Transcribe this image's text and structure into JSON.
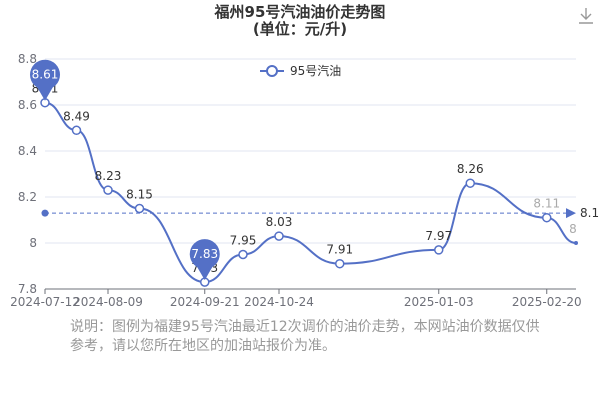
{
  "title_line1": "福州95号汽油油价走势图",
  "title_line2": "(单位：元/升)",
  "download_icon": "download-icon",
  "note": "说明：图例为福建95号汽油最近12次调价的油价走势，本网站油价数据仅供参考，请以您所在地区的加油站报价为准。",
  "colors": {
    "line": "#5470c6",
    "axis_text": "#6e7079",
    "grid": "#e0e6f1",
    "label": "#333333",
    "faded_label": "#aaaaaa",
    "note": "#999999"
  },
  "chart_data": {
    "type": "line",
    "ylim": [
      7.8,
      8.8
    ],
    "y_ticks": [
      "7.8",
      "8",
      "8.2",
      "8.4",
      "8.6",
      "8.8"
    ],
    "x_tick_labels": [
      "2024-07-12",
      "2024-08-09",
      "2024-09-21",
      "2024-10-24",
      "2025-01-03",
      "2025-02-20"
    ],
    "grid": true,
    "legend_position": "top-center",
    "series": [
      {
        "name": "95号汽油",
        "points": [
          {
            "x": "2024-07-12",
            "y": 8.61,
            "label": "8.61"
          },
          {
            "x": "2024-07-26",
            "y": 8.49,
            "label": "8.49"
          },
          {
            "x": "2024-08-09",
            "y": 8.23,
            "label": "8.23"
          },
          {
            "x": "2024-08-23",
            "y": 8.15,
            "label": "8.15"
          },
          {
            "x": "2024-09-21",
            "y": 7.83,
            "label": "7.83"
          },
          {
            "x": "2024-10-08",
            "y": 7.95,
            "label": "7.95"
          },
          {
            "x": "2024-10-24",
            "y": 8.03,
            "label": "8.03"
          },
          {
            "x": "2024-11-20",
            "y": 7.91,
            "label": "7.91"
          },
          {
            "x": "2025-01-03",
            "y": 7.97,
            "label": "7.97"
          },
          {
            "x": "2025-01-17",
            "y": 8.26,
            "label": "8.26"
          },
          {
            "x": "2025-02-20",
            "y": 8.11,
            "label": "8.11",
            "faded": true
          },
          {
            "x": "2025-03-05",
            "y": 8.0,
            "label": "8",
            "faded": true
          }
        ]
      }
    ],
    "markpoints": [
      {
        "type": "max",
        "x": "2024-07-12",
        "value": 8.61,
        "label": "8.61"
      },
      {
        "type": "min",
        "x": "2024-09-21",
        "value": 7.83,
        "label": "7.83"
      }
    ],
    "markline": {
      "type": "average",
      "value": 8.13,
      "label": "8.1"
    }
  }
}
